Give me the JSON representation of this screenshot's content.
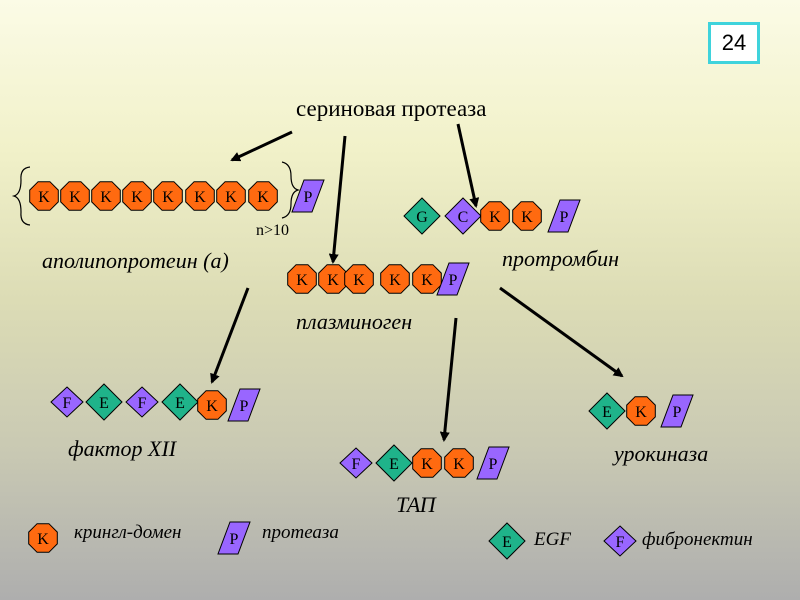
{
  "page_number": "24",
  "title": "сериновая протеаза",
  "proteins": {
    "apolipoprotein": {
      "name": "аполипопротеин (a)",
      "repeat_note": "n>10"
    },
    "prothrombin": {
      "name": "протромбин"
    },
    "plasminogen": {
      "name": "плазминоген"
    },
    "factor12": {
      "name": "фактор XII"
    },
    "tap": {
      "name": "ТАП"
    },
    "urokinase": {
      "name": "урокиназа"
    }
  },
  "domains": {
    "K": "K",
    "P": "P",
    "G": "G",
    "C": "C",
    "E": "E",
    "F": "F"
  },
  "legend": {
    "kringle": "крингл-домен",
    "protease": "протеаза",
    "egf": "EGF",
    "fibronectin": "фибронектин"
  },
  "colors": {
    "kringle": "#ff6a10",
    "protease": "#9966ff",
    "egf": "#1fb38a",
    "fibronectin": "#9966ff",
    "gla": "#1fb38a",
    "arrow": "#000000",
    "page_box_border": "#3fd3dc"
  }
}
